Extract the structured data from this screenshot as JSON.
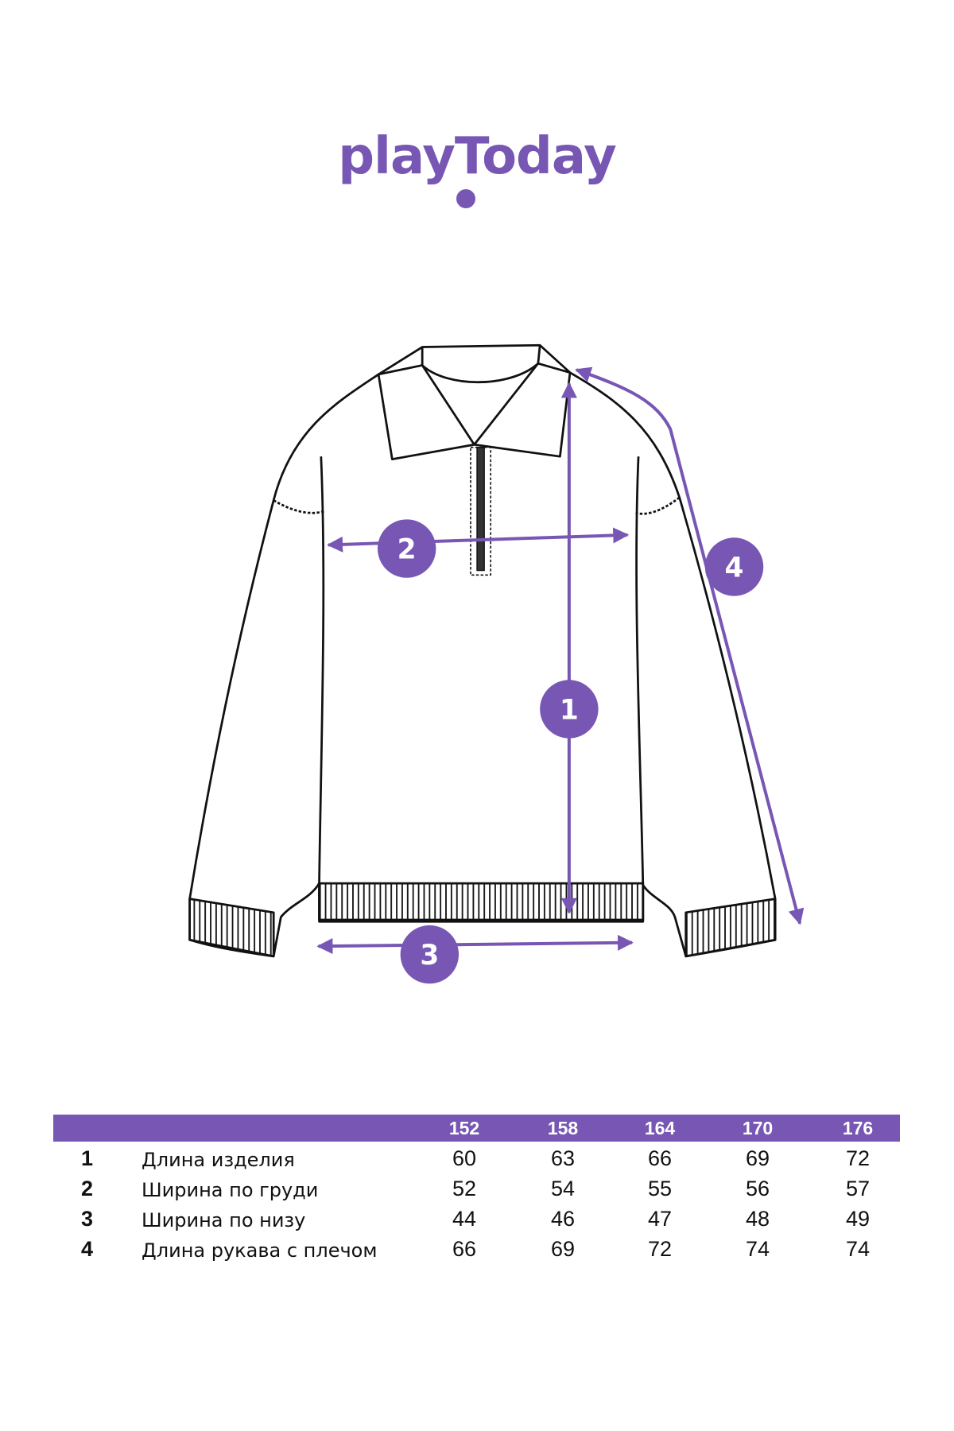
{
  "brand": {
    "logo_text": "playToday"
  },
  "markers": [
    "1",
    "2",
    "3",
    "4"
  ],
  "colors": {
    "accent": "#7857b4",
    "line": "#111111"
  },
  "size_table": {
    "sizes": [
      "152",
      "158",
      "164",
      "170",
      "176"
    ],
    "rows": [
      {
        "num": "1",
        "label": "Длина изделия",
        "values": [
          "60",
          "63",
          "66",
          "69",
          "72"
        ]
      },
      {
        "num": "2",
        "label": "Ширина по груди",
        "values": [
          "52",
          "54",
          "55",
          "56",
          "57"
        ]
      },
      {
        "num": "3",
        "label": "Ширина по низу",
        "values": [
          "44",
          "46",
          "47",
          "48",
          "49"
        ]
      },
      {
        "num": "4",
        "label": "Длина рукава с плечом",
        "values": [
          "66",
          "69",
          "72",
          "74",
          "74"
        ]
      }
    ]
  }
}
